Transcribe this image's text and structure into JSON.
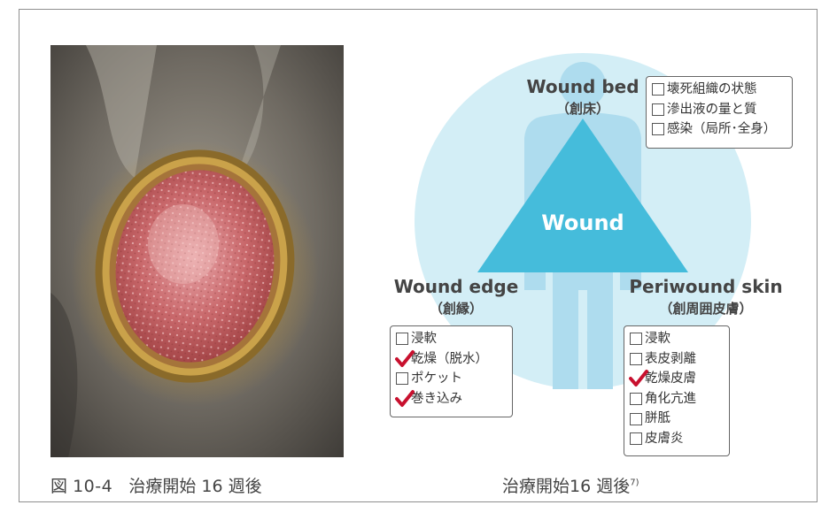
{
  "colors": {
    "circle": "#d3eef6",
    "body_silhouette": "#aedcee",
    "triangle": "#45bcdb",
    "check": "#c8102e",
    "frame": "#8f8f8f",
    "text": "#444444"
  },
  "diagram": {
    "center_label": "Wound",
    "wound_bed": {
      "title": "Wound bed",
      "subtitle": "（創床）",
      "items": [
        {
          "label": "壊死組織の状態",
          "checked": false
        },
        {
          "label": "滲出液の量と質",
          "checked": false
        },
        {
          "label": "感染（局所･全身）",
          "checked": false
        }
      ]
    },
    "wound_edge": {
      "title": "Wound edge",
      "subtitle": "（創縁）",
      "items": [
        {
          "label": "浸軟",
          "checked": false
        },
        {
          "label": "乾燥（脱水）",
          "checked": true
        },
        {
          "label": "ポケット",
          "checked": false
        },
        {
          "label": "巻き込み",
          "checked": true
        }
      ]
    },
    "periwound": {
      "title": "Periwound skin",
      "subtitle": "（創周囲皮膚）",
      "items": [
        {
          "label": "浸軟",
          "checked": false
        },
        {
          "label": "表皮剥離",
          "checked": false
        },
        {
          "label": "乾燥皮膚",
          "checked": true
        },
        {
          "label": "角化亢進",
          "checked": false
        },
        {
          "label": "胼胝",
          "checked": false
        },
        {
          "label": "皮膚炎",
          "checked": false
        }
      ]
    }
  },
  "captions": {
    "left_prefix": "図",
    "left_number": "10-4",
    "left_text": "治療開始 16 週後",
    "right_text": "治療開始16 週後",
    "right_ref": "7)"
  }
}
